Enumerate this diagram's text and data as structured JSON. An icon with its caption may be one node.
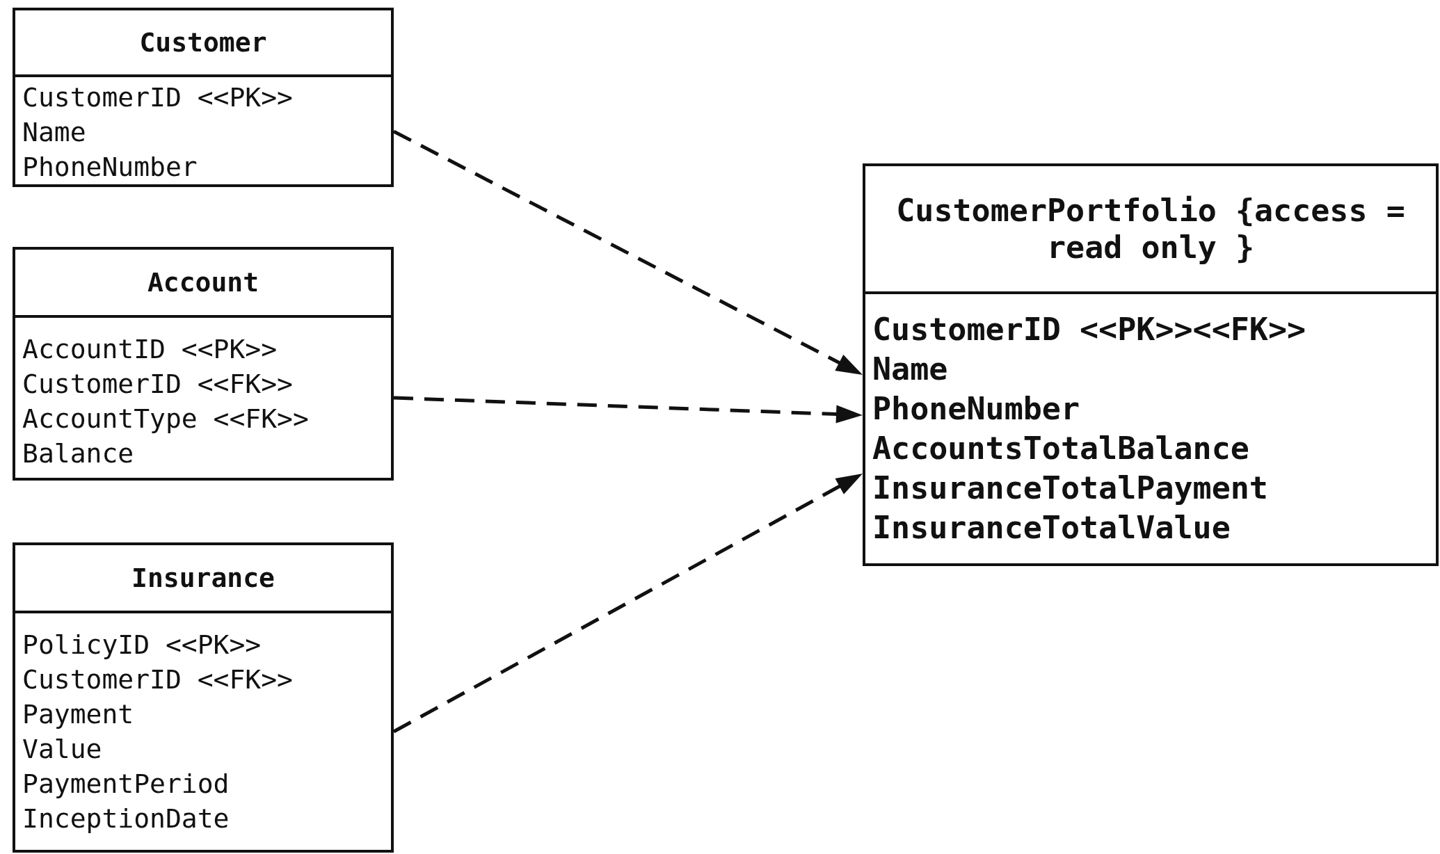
{
  "diagram": {
    "nodes": [
      {
        "text": [
          "Customer",
          "CustomerID <<PK>>",
          "Name",
          "PhoneNumber"
        ]
      },
      {
        "text": [
          "Account",
          "AccountID <<PK>>",
          "CustomerID <<FK>>",
          "AccountType <<FK>>",
          "Balance"
        ]
      },
      {
        "text": [
          "Insurance",
          "PolicyID <<PK>>",
          "CustomerID <<FK>>",
          "Payment",
          "Value",
          "PaymentPeriod",
          "InceptionDate"
        ]
      },
      {
        "text": [
          "CustomerPortfolio {access = read only }",
          "CustomerID <<PK>><<FK>>",
          "Name",
          "PhoneNumber",
          "AccountsTotalBalance",
          "InsuranceTotalPayment",
          "InsuranceTotalValue"
        ]
      }
    ],
    "edges": [
      {
        "from": 0,
        "to": 3,
        "arrow": "to",
        "style": "dashed"
      },
      {
        "from": 1,
        "to": 3,
        "arrow": "to",
        "style": "dashed"
      },
      {
        "from": 2,
        "to": 3,
        "arrow": "to",
        "style": "dashed"
      }
    ]
  }
}
